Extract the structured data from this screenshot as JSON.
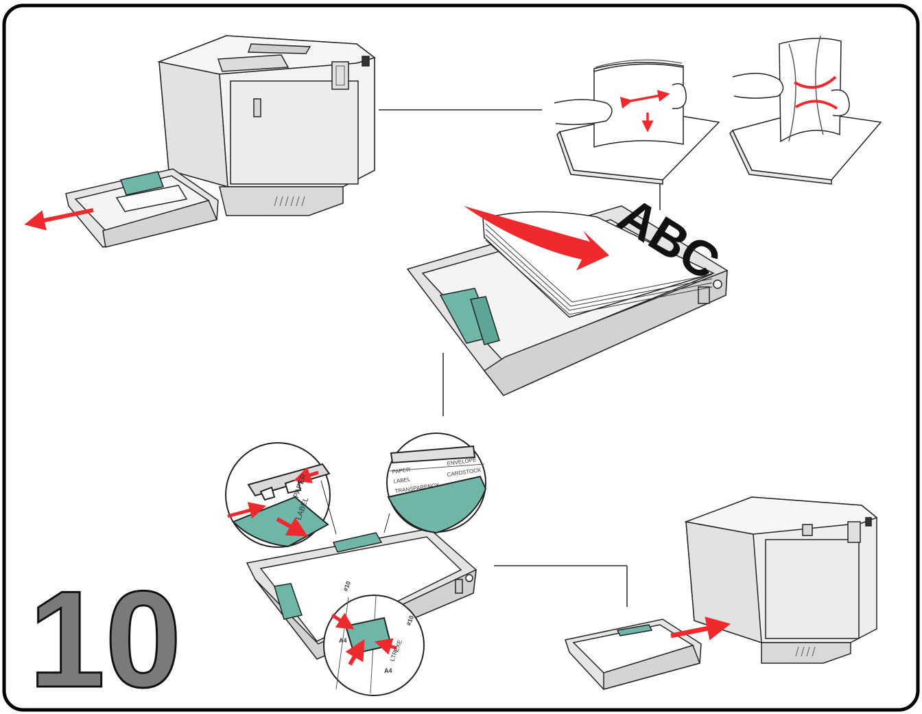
{
  "step_number": "10",
  "colors": {
    "arrow": "#ee2a2e",
    "guide_teal": "#6fb5a8",
    "number_fill": "#7a7a7a",
    "printer_light": "#efefef",
    "printer_mid": "#d4d4d4",
    "outline": "#222222"
  },
  "paper_stack_text": "ABC",
  "zoom_left": {
    "line1": "PAPER",
    "line2": "LABEL"
  },
  "zoom_right": {
    "row1_left": "PAPER",
    "row1_right": "ENVELOPE",
    "row2_left": "LABEL",
    "row2_right": "CARDSTOCK",
    "row3_left": "TRANSPARENCY"
  },
  "zoom_bottom": {
    "label_a": "#10",
    "label_b": "A4",
    "label_c": "#10",
    "label_d": "EXE",
    "label_e": "LTR",
    "label_f": "A4"
  },
  "icons": [
    "printer-icon",
    "paper-tray-icon",
    "hand-icon",
    "arrow-icon",
    "magnifier-circle-icon"
  ]
}
